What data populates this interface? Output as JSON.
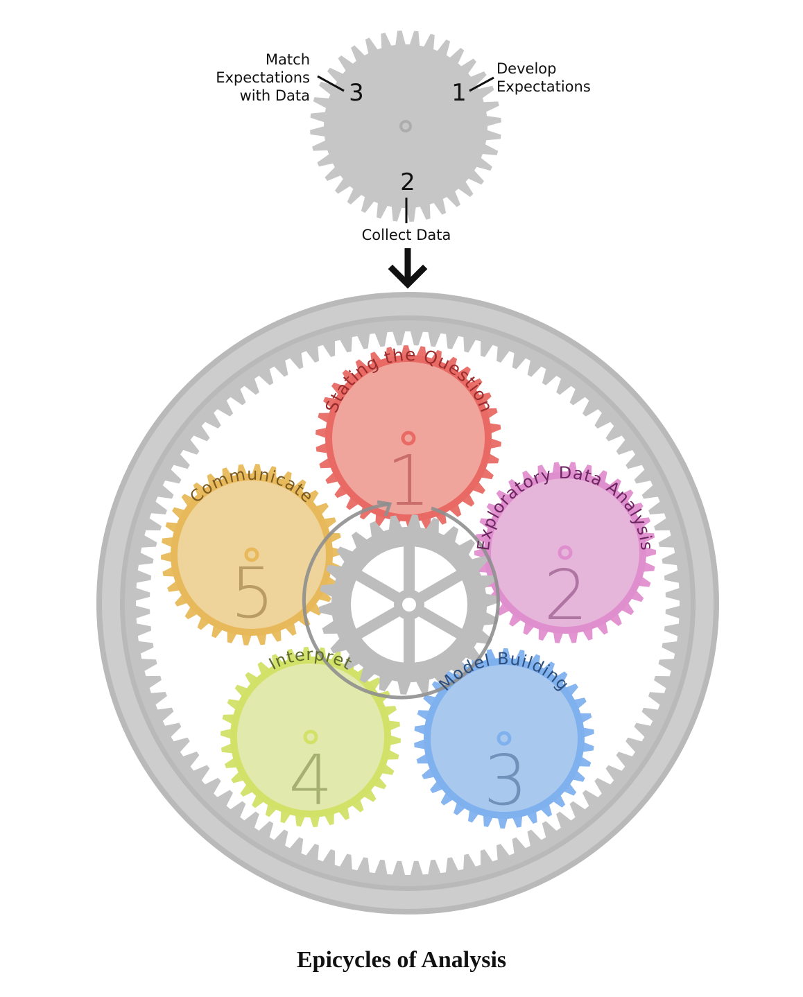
{
  "caption": "Epicycles of Analysis",
  "top_gear": {
    "steps": [
      {
        "number": "1",
        "label_lines": [
          "Develop",
          "Expectations"
        ]
      },
      {
        "number": "2",
        "label_lines": [
          "Collect Data"
        ]
      },
      {
        "number": "3",
        "label_lines": [
          "Match",
          "Expectations",
          "with Data"
        ]
      }
    ]
  },
  "bottom_gears": [
    {
      "number": "1",
      "label": "Stating the Question",
      "color": "#e96a64",
      "fill": "#f0a59c",
      "text_color": "#9b2d2e"
    },
    {
      "number": "2",
      "label": "Exploratory Data Analysis",
      "color": "#e08fce",
      "fill": "#e6b6da",
      "text_color": "#6c2660"
    },
    {
      "number": "3",
      "label": "Model Building",
      "color": "#7fb1ef",
      "fill": "#a9c8ee",
      "text_color": "#2d4f7d"
    },
    {
      "number": "4",
      "label": "Interpret",
      "color": "#d2e168",
      "fill": "#e1eaac",
      "text_color": "#5d6b2b"
    },
    {
      "number": "5",
      "label": "Communicate",
      "color": "#e8b95a",
      "fill": "#eed39a",
      "text_color": "#7b5b21"
    }
  ],
  "colors": {
    "gear_gray": "#c6c6c6",
    "ring_gray": "#b9b9b9",
    "ring_band": "#cdcdcd"
  }
}
